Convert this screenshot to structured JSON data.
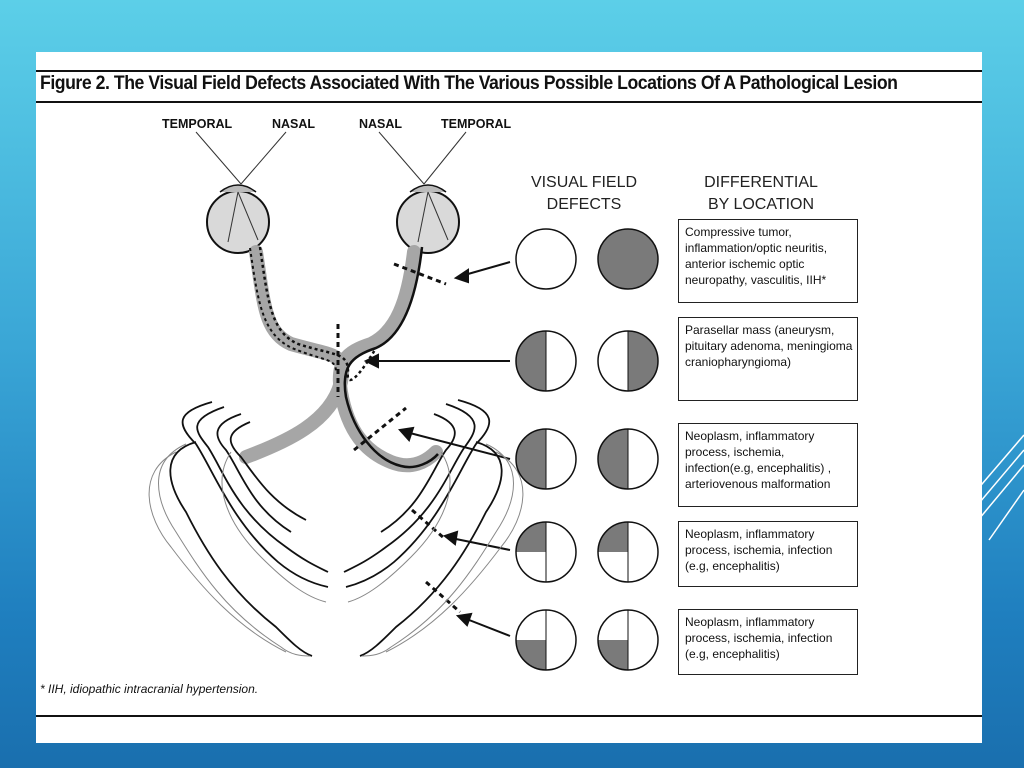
{
  "figure": {
    "title": "Figure 2. The Visual Field Defects Associated With The Various Possible Locations Of A Pathological Lesion",
    "eye_labels": {
      "left_temporal": "TEMPORAL",
      "left_nasal": "NASAL",
      "right_nasal": "NASAL",
      "right_temporal": "TEMPORAL"
    },
    "column_headers": {
      "defects": "VISUAL FIELD\nDEFECTS",
      "differential": "DIFFERENTIAL\nBY LOCATION"
    },
    "rows": [
      {
        "differential": "Compressive tumor, inflammation/optic neuritis, anterior ischemic optic neuropathy, vasculitis, IIH*",
        "left_field": "full",
        "right_field": "blind"
      },
      {
        "differential": "Parasellar mass (aneurysm, pituitary adenoma, meningioma craniopharyngioma)",
        "left_field": "left-half",
        "right_field": "right-half"
      },
      {
        "differential": "Neoplasm, inflammatory process, ischemia, infection(e.g, encephalitis) , arteriovenous malformation",
        "left_field": "left-half",
        "right_field": "left-half"
      },
      {
        "differential": "Neoplasm, inflammatory process, ischemia, infection (e.g, encephalitis)",
        "left_field": "upper-left-quadrant",
        "right_field": "upper-left-quadrant"
      },
      {
        "differential": "Neoplasm, inflammatory process, ischemia, infection (e.g, encephalitis)",
        "left_field": "lower-left-quadrant",
        "right_field": "lower-left-quadrant"
      }
    ],
    "footnote": "* IIH, idiopathic intracranial hypertension.",
    "colors": {
      "defect_fill": "#7a7a7a",
      "pathway_gray": "#a6a6a6",
      "line": "#111111",
      "slide_bg": "#3aa6d6"
    }
  }
}
